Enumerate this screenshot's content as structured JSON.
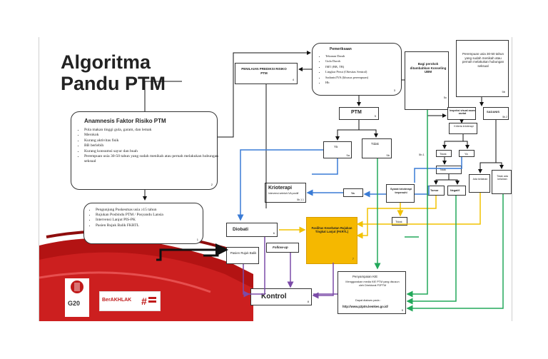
{
  "title": {
    "line1": "Algoritma",
    "line2": "Pandu PTM"
  },
  "anamnesis": {
    "title": "Anamnesis Faktor Risiko PTM",
    "items": [
      "Pola makan tinggi gula, garam, dan lemak",
      "Merokok",
      "Kurang aktivitas fisik",
      "BB berlebih",
      "Kurang konsumsi sayur dan buah",
      "Perempuan usia 30-50 tahun yang sudah menikah atau pernah melakukan hubungan seksual"
    ],
    "num": "2"
  },
  "visitors": {
    "items": [
      "Pengunjung Puskesmas usia ≥15 tahun",
      "Rujukan Posbindu PTM / Posyandu Lansia",
      "Intervensi Lanjut PIS-PK",
      "Pasien Rujuk Balik FKRTL"
    ],
    "num": "1"
  },
  "penilaian": {
    "title": "PENILAIAN PREDIKSI RISIKO PTM",
    "num": "4"
  },
  "pemeriksaan": {
    "title": "Pemeriksaan",
    "items": [
      "Tekanan Darah",
      "Gula Darah",
      "IMT (BB, TB)",
      "Lingkar Perut (Obesitas Sentral)",
      "Sadanis/IVA (khusus perempuan)",
      "Hb"
    ],
    "num": "3"
  },
  "ptm": {
    "label": "PTM",
    "num": "5"
  },
  "ya_box": {
    "label": "Ya",
    "num": "5a"
  },
  "tidak_box": {
    "label": "Tidak",
    "num": "5b"
  },
  "perokok": {
    "text": "Bagi perokok ditambahkan Konseling UBM",
    "num": "5c"
  },
  "perempuan": {
    "text": "Perempuan usia 30-50 tahun yang sudah menikah atau pernah melakukan hubungan seksual",
    "num": "5b"
  },
  "iva": {
    "text": "Inspeksi visual asam asetat"
  },
  "sadanis": {
    "text": "SADANIS",
    "num": "5b.2"
  },
  "krioterapi_check": {
    "text": "Kriteria krioterapi"
  },
  "ya_small": "Ya",
  "tidak_small": "Tidak",
  "tidak_row": "Tidak",
  "ada_kelainan": "Ada kelainan",
  "tidak_ada_kelainan": "Tidak ada kelainan",
  "tumor": "Tumor",
  "negatif": "Negatif",
  "label_5b1": "5b.1",
  "krioterapi": {
    "title": "Krioterapi",
    "sub": "Intervensi setelah IVA positif",
    "num": "5b.1.1"
  },
  "ya_mid": "Ya",
  "syarat": {
    "text": "Syarat krioterapi terpenuhi"
  },
  "tidak_syarat": "Tidak",
  "diobati": {
    "label": "Diobati",
    "num": "6"
  },
  "fkrtl": {
    "text": "Fasilitas Kesehatan Rujukan Tingkat Lanjut (FKRTL)",
    "num": "7"
  },
  "followup": "Follow-up",
  "pasien_rujuk": "Pasien Rujuk Balik",
  "kontrol": {
    "label": "Kontrol",
    "num": "8"
  },
  "kie": {
    "title": "Penyampaian KIE",
    "body": "Menggunakan media KIE PTM yang disusun oleh Direktorat P2PTM",
    "link_label": "Dapat diakses pada :",
    "url": "http://www.p2ptm.kemkes.go.id/",
    "num": "9"
  },
  "logos": {
    "g20": "G20",
    "berakhlak": "BerAKHLAK"
  },
  "colors": {
    "blue": "#3a7bd5",
    "green": "#22a85a",
    "yellow": "#f2c200",
    "purple": "#7b4ba8",
    "black": "#111111",
    "orange": "#f5b800",
    "red": "#c01a1a"
  }
}
